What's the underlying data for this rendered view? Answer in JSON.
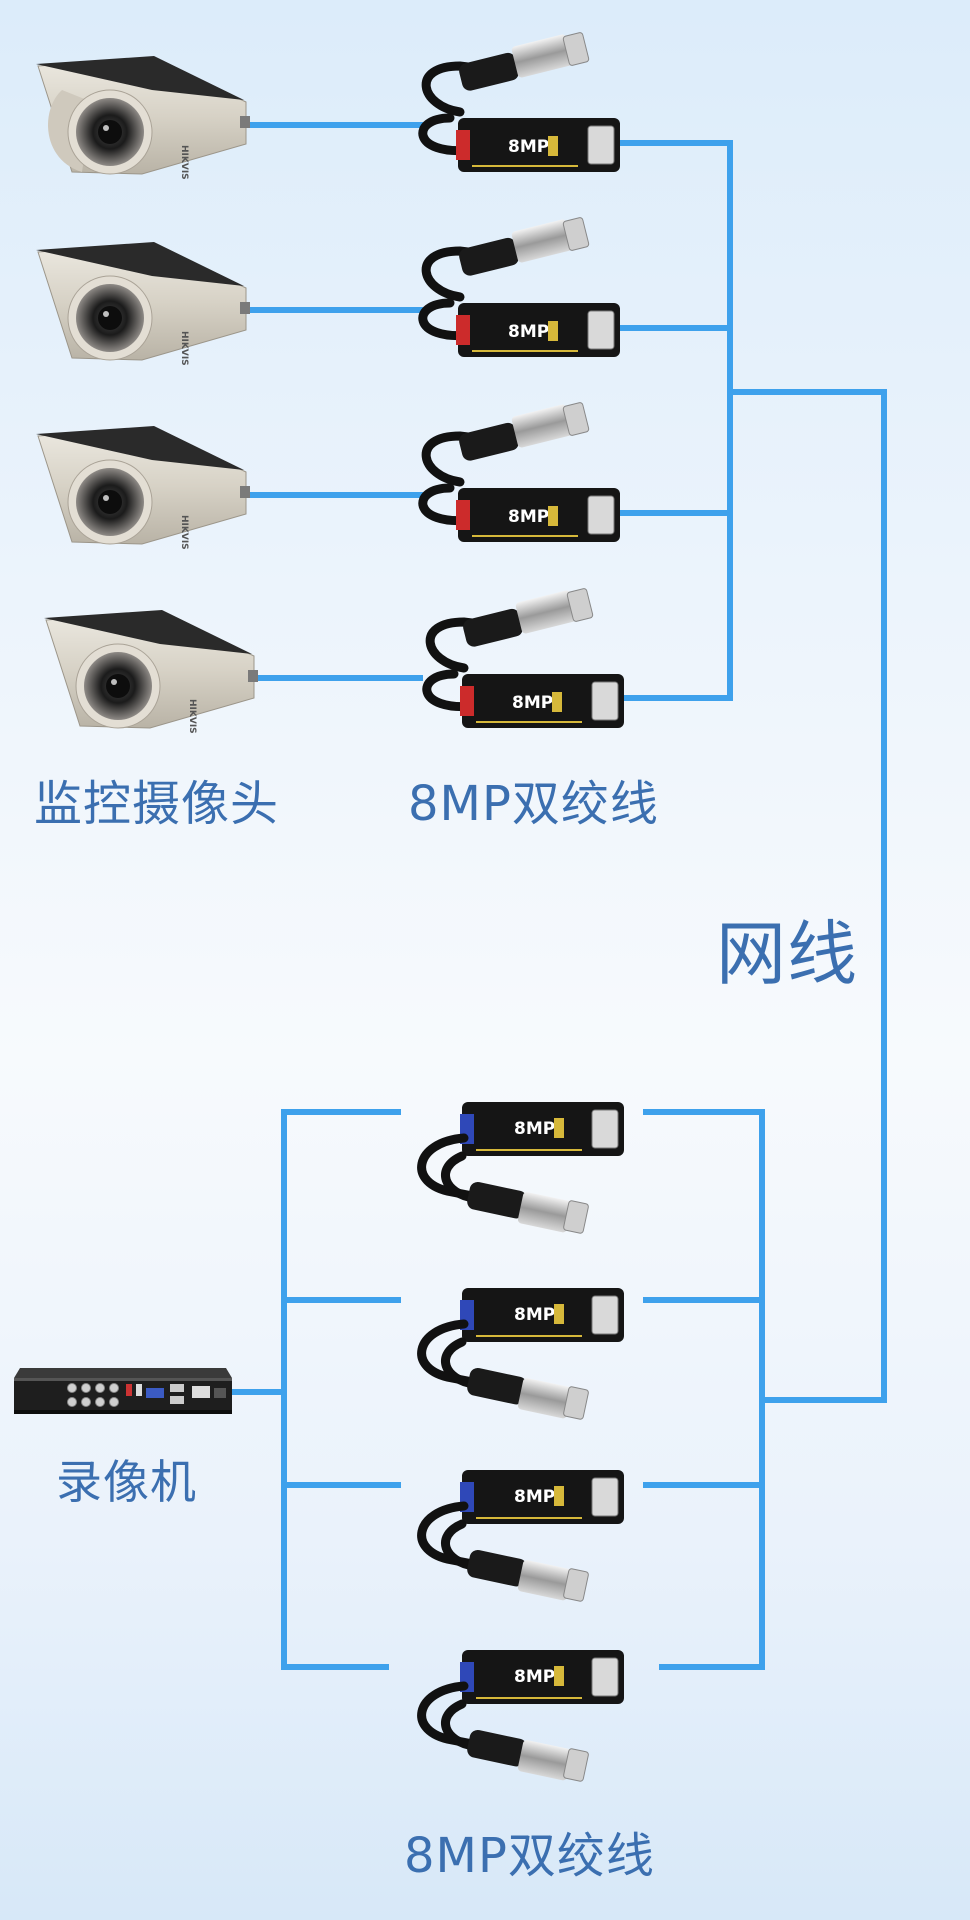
{
  "labels": {
    "cameras": "监控摄像头",
    "top_baluns": "8MP双绞线",
    "network_cable": "网线",
    "recorder": "录像机",
    "bottom_baluns": "8MP双绞线"
  },
  "balun_badge": "8MP",
  "camera_brand": "HIKVISION",
  "colors": {
    "wire": "#3ea1ec",
    "label": "#3b6fb0",
    "top_balun_accent": "#cc2b2b",
    "bottom_balun_accent": "#2f48b8"
  },
  "counts": {
    "cameras": 4,
    "top_baluns": 4,
    "bottom_baluns": 4
  }
}
